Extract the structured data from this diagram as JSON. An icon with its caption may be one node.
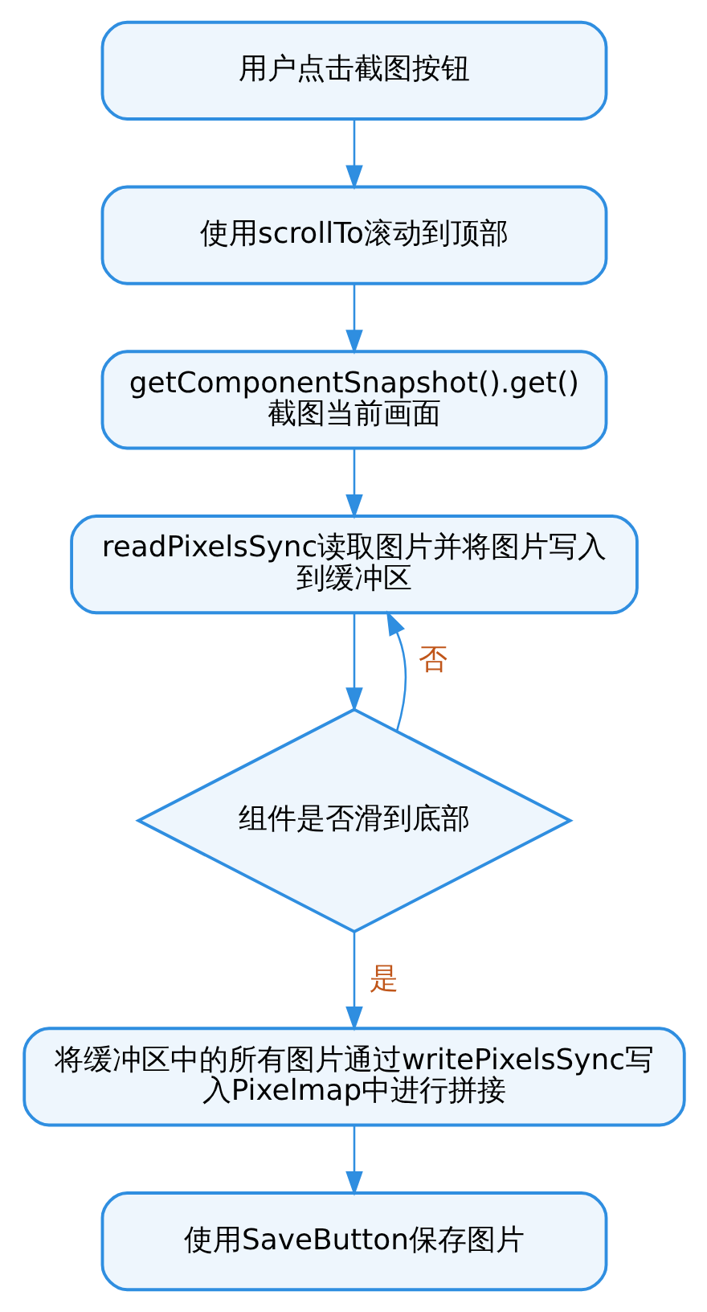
{
  "diagram": {
    "nodes": [
      {
        "text": [
          "用户点击截图按钮"
        ]
      },
      {
        "text": [
          "使用scrollTo滚动到顶部"
        ]
      },
      {
        "text": [
          "getComponentSnapshot().get()截图当前画面"
        ]
      },
      {
        "text": [
          "readPixelsSync读取图片并将图片写入到缓冲区"
        ]
      },
      {
        "text": [
          "组件是否滑到底部"
        ]
      },
      {
        "text": [
          "将缓冲区中的所有图片通过writePixelsSync写入Pixelmap中进行拼接"
        ]
      },
      {
        "text": [
          "使用SaveButton保存图片"
        ]
      }
    ],
    "edges": [
      {
        "from": 0,
        "to": 1,
        "arrow": "to"
      },
      {
        "from": 1,
        "to": 2,
        "arrow": "to"
      },
      {
        "from": 2,
        "to": 3,
        "arrow": "to"
      },
      {
        "from": 3,
        "to": 4,
        "arrow": "to"
      },
      {
        "from": 4,
        "to": 3,
        "arrow": "to",
        "label": "否"
      },
      {
        "from": 4,
        "to": 5,
        "arrow": "to",
        "label": "是"
      },
      {
        "from": 5,
        "to": 6,
        "arrow": "to"
      }
    ]
  }
}
